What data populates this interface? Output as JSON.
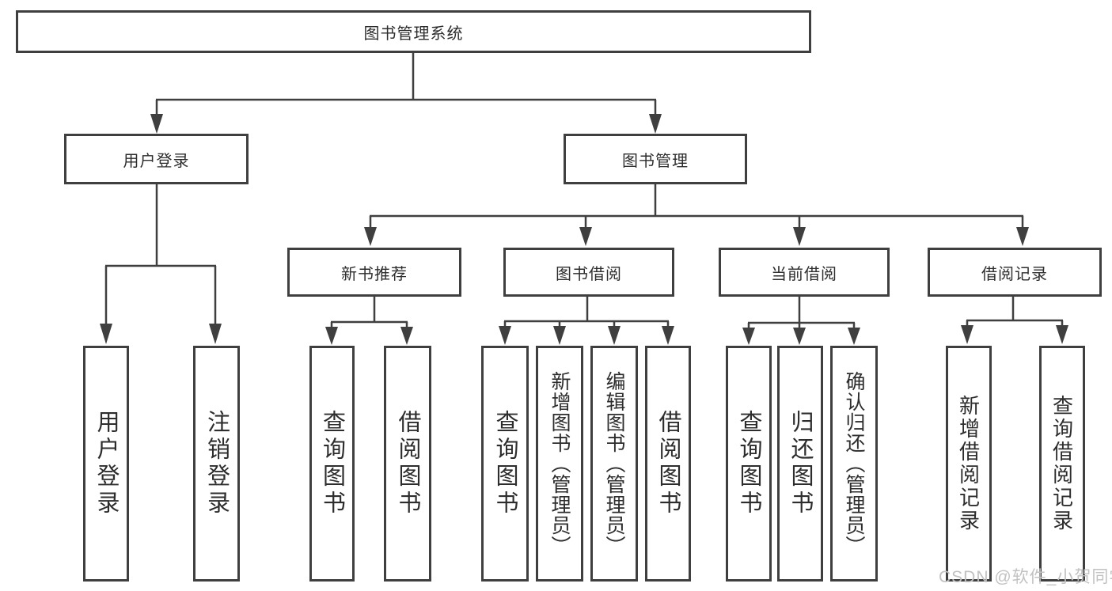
{
  "root_label": "图书管理系统",
  "level2": {
    "user_login": "用户登录",
    "book_management": "图书管理"
  },
  "level3": {
    "new_book": "新书推荐",
    "borrow": "图书借阅",
    "current": "当前借阅",
    "records": "借阅记录"
  },
  "leaves": {
    "user_login": [
      "用户登录",
      "注销登录"
    ],
    "new_book": [
      "查询图书",
      "借阅图书"
    ],
    "borrow": [
      "查询图书",
      "新增图书（管理员）",
      "编辑图书（管理员）",
      "借阅图书"
    ],
    "current": [
      "查询图书",
      "归还图书",
      "确认归还（管理员）"
    ],
    "records": [
      "新增借阅记录",
      "查询借阅记录"
    ]
  },
  "watermark": "CSDN @软件_小贺同学"
}
